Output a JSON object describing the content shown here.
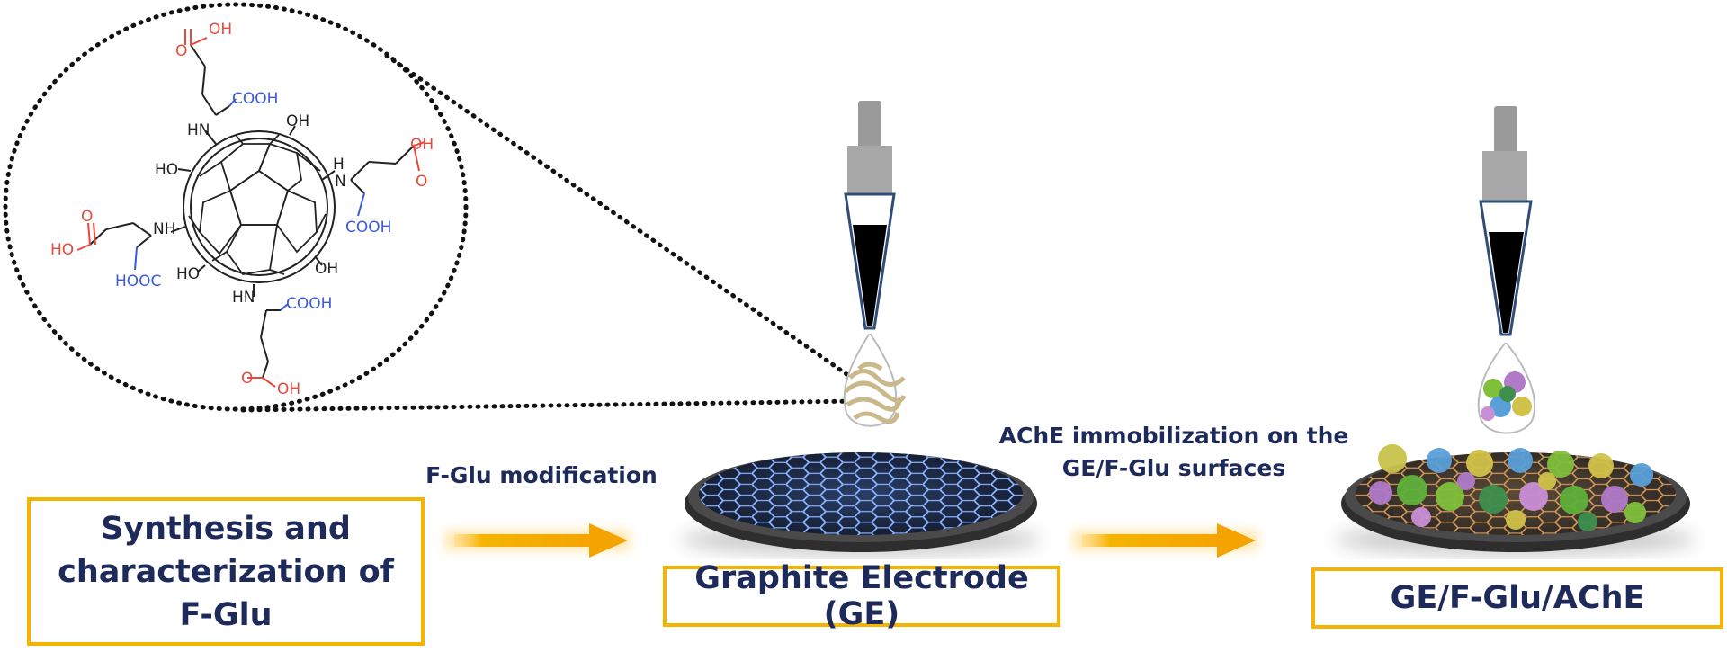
{
  "labels": {
    "step1_box": "Synthesis and characterization of F-Glu",
    "step1_arrow": "F-Glu modification",
    "step2_box": "Graphite Electrode (GE)",
    "step2_arrow": "AChE immobilization on the GE/F-Glu surfaces",
    "step3_box": "GE/F-Glu/AChE"
  },
  "molecule": {
    "group_acid_top": "O",
    "group_acid_top_oh": "OH",
    "cooh": "COOH",
    "hooc": "HOOC",
    "nh": "NH",
    "hn": "HN",
    "oh": "OH",
    "ho": "HO",
    "o": "O",
    "h": "H",
    "n": "N"
  },
  "colors": {
    "accent": "#f5b400",
    "text": "#1d2a5a",
    "acid_red": "#e8493a",
    "cooh_blue": "#3b5bd6",
    "electrode_dark": "#3a3a3a",
    "hex_blue": "#8fb4ff"
  }
}
